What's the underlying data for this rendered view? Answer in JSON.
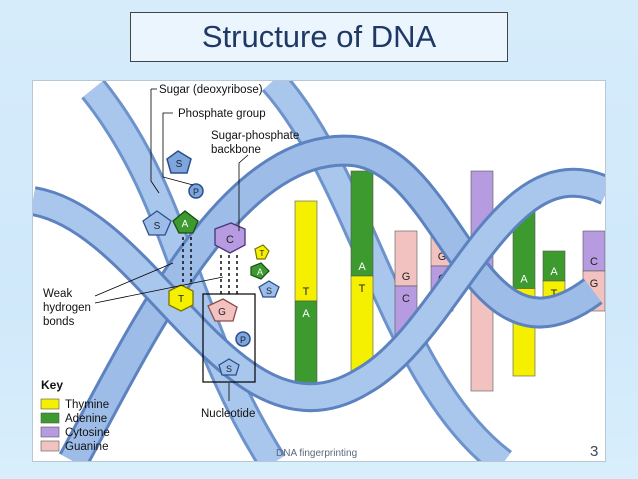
{
  "slide": {
    "title": "Structure of DNA",
    "footer": "DNA fingerprinting",
    "page_number": "3"
  },
  "diagram": {
    "callouts": {
      "sugar": "Sugar (deoxyribose)",
      "phosphate": "Phosphate group",
      "backbone_line1": "Sugar-phosphate",
      "backbone_line2": "backbone",
      "weak_line1": "Weak",
      "weak_line2": "hydrogen",
      "weak_line3": "bonds",
      "nucleotide": "Nucleotide"
    },
    "nucleotide_letters": {
      "sugar": "S",
      "phosphate": "P",
      "adenine": "A",
      "thymine": "T",
      "cytosine": "C",
      "guanine": "G"
    },
    "key": {
      "title": "Key",
      "items": [
        {
          "label": "Thymine",
          "color": "#f4f000"
        },
        {
          "label": "Adenine",
          "color": "#3d9a2f"
        },
        {
          "label": "Cytosine",
          "color": "#b79be0"
        },
        {
          "label": "Guanine",
          "color": "#f2c2c0"
        }
      ]
    },
    "base_pairs": [
      {
        "top": "T",
        "bottom": "A"
      },
      {
        "top": "A",
        "bottom": "T"
      },
      {
        "top": "G",
        "bottom": "C"
      },
      {
        "top": "G",
        "bottom": "C"
      },
      {
        "top": "C",
        "bottom": "G"
      },
      {
        "top": "A",
        "bottom": "T"
      },
      {
        "top": "A",
        "bottom": "T"
      },
      {
        "top": "C",
        "bottom": "G"
      }
    ],
    "colors": {
      "backbone": "#8fb2e0",
      "backbone_dark": "#5c82bf",
      "thymine": "#f4f000",
      "adenine": "#3d9a2f",
      "cytosine": "#b79be0",
      "guanine": "#f2c2c0"
    }
  }
}
